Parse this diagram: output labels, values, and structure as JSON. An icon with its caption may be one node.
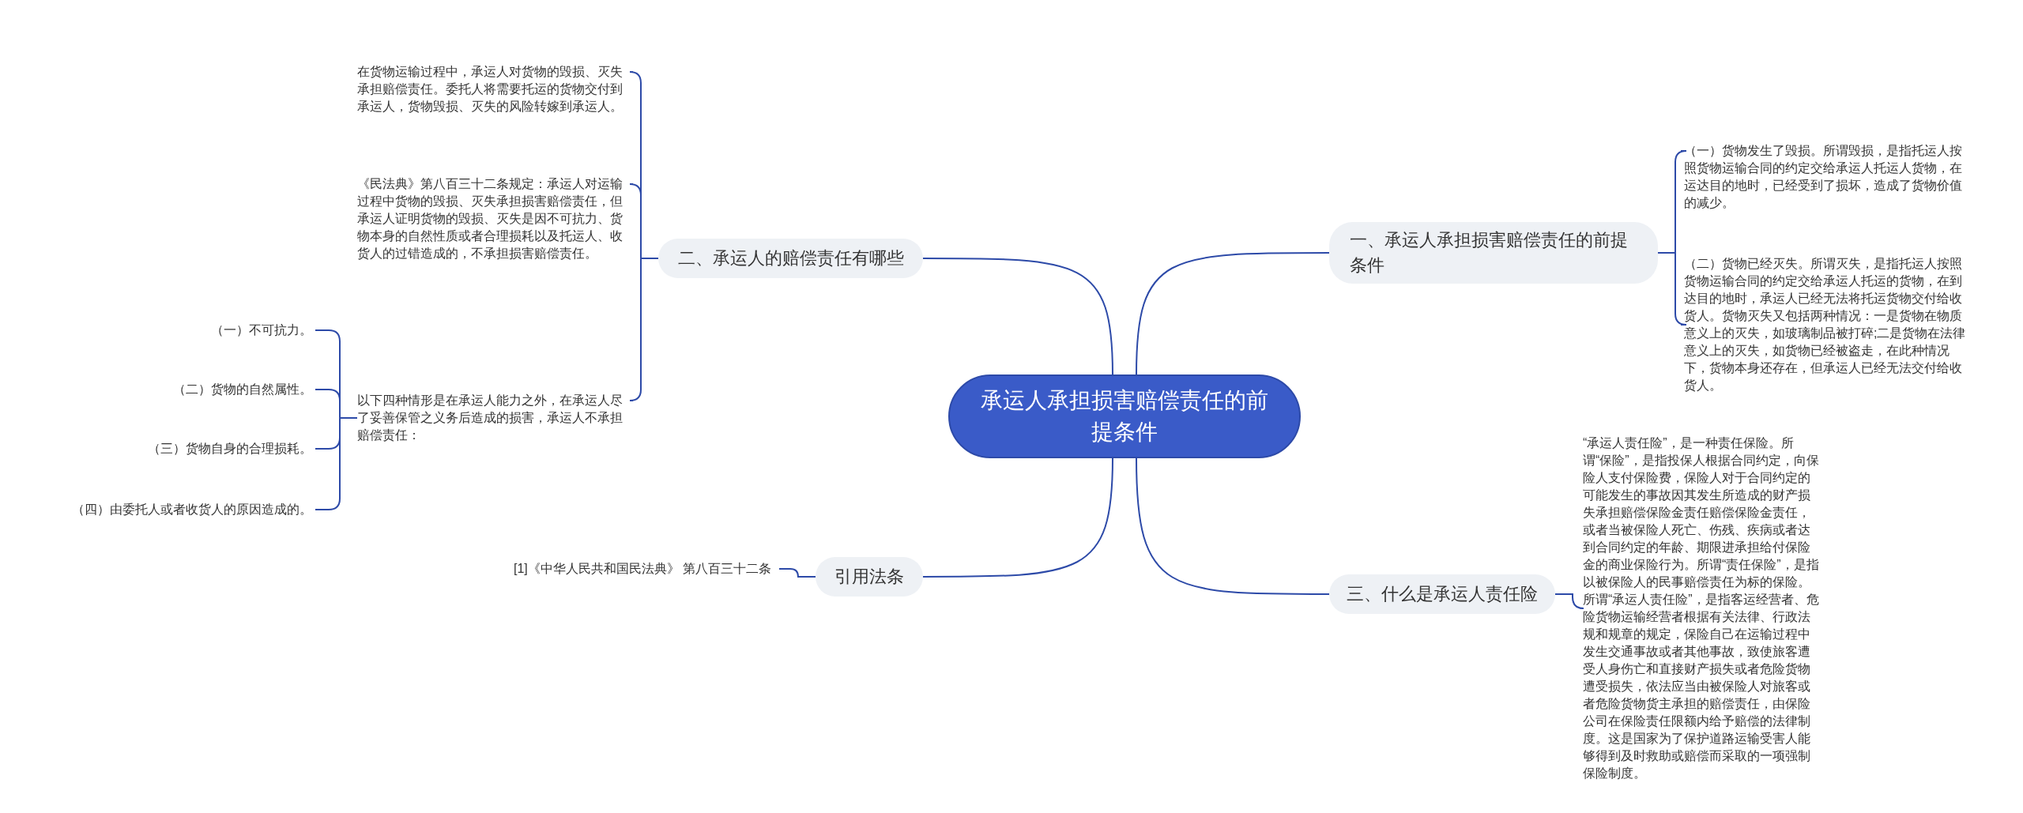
{
  "diagram": {
    "nodes": [
      {
        "text": [
          "承运人承担损害赔偿责任的前提条件"
        ]
      },
      {
        "text": [
          "一、承运人承担损害赔偿责任的前提条件"
        ]
      },
      {
        "text": [
          "（一）货物发生了毁损。所谓毁损，是指托运人按照货物运输合同的约定交给承运人托运人货物，在运达目的地时，已经受到了损坏，造成了货物价值的减少。"
        ]
      },
      {
        "text": [
          "（二）货物已经灭失。所谓灭失，是指托运人按照货物运输合同的约定交给承运人托运的货物，在到达目的地时，承运人已经无法将托运货物交付给收货人。货物灭失又包括两种情况：一是货物在物质意义上的灭失，如玻璃制品被打碎;二是货物在法律意义上的灭失，如货物已经被盗走，在此种情况下，货物本身还存在，但承运人已经无法交付给收货人。"
        ]
      },
      {
        "text": [
          "二、承运人的赔偿责任有哪些"
        ]
      },
      {
        "text": [
          "在货物运输过程中，承运人对货物的毁损、灭失承担赔偿责任。委托人将需要托运的货物交付到承运人，货物毁损、灭失的风险转嫁到承运人。"
        ]
      },
      {
        "text": [
          "《民法典》第八百三十二条规定：承运人对运输过程中货物的毁损、灭失承担损害赔偿责任，但承运人证明货物的毁损、灭失是因不可抗力、货物本身的自然性质或者合理损耗以及托运人、收货人的过错造成的，不承担损害赔偿责任。"
        ]
      },
      {
        "text": [
          "以下四种情形是在承运人能力之外，在承运人尽了妥善保管之义务后造成的损害，承运人不承担赔偿责任："
        ]
      },
      {
        "text": [
          "（一）不可抗力。"
        ]
      },
      {
        "text": [
          "（二）货物的自然属性。"
        ]
      },
      {
        "text": [
          "（三）货物自身的合理损耗。"
        ]
      },
      {
        "text": [
          "（四）由委托人或者收货人的原因造成的。"
        ]
      },
      {
        "text": [
          "三、什么是承运人责任险"
        ]
      },
      {
        "text": [
          "“承运人责任险”，是一种责任保险。所谓“保险”，是指投保人根据合同约定，向保险人支付保险费，保险人对于合同约定的可能发生的事故因其发生所造成的财产损失承担赔偿保险金责任赔偿保险金责任，或者当被保险人死亡、伤残、疾病或者达到合同约定的年龄、期限进承担给付保险金的商业保险行为。所谓“责任保险”，是指以被保险人的民事赔偿责任为标的保险。所谓“承运人责任险”，是指客运经营者、危险货物运输经营者根据有关法律、行政法规和规章的规定，保险自己在运输过程中发生交通事故或者其他事故，致使旅客遭受人身伤亡和直接财产损失或者危险货物遭受损失，依法应当由被保险人对旅客或者危险货物货主承担的赔偿责任，由保险公司在保险责任限额内给予赔偿的法律制度。这是国家为了保护道路运输受害人能够得到及时救助或赔偿而采取的一项强制保险制度。"
        ]
      },
      {
        "text": [
          "引用法条"
        ]
      },
      {
        "text": [
          "[1]《中华人民共和国民法典》 第八百三十二条"
        ]
      }
    ],
    "edges": [
      {
        "from": 0,
        "to": 1,
        "arrow": "none"
      },
      {
        "from": 1,
        "to": 2,
        "arrow": "none"
      },
      {
        "from": 1,
        "to": 3,
        "arrow": "none"
      },
      {
        "from": 0,
        "to": 4,
        "arrow": "none"
      },
      {
        "from": 4,
        "to": 5,
        "arrow": "none"
      },
      {
        "from": 4,
        "to": 6,
        "arrow": "none"
      },
      {
        "from": 4,
        "to": 7,
        "arrow": "none"
      },
      {
        "from": 7,
        "to": 8,
        "arrow": "none"
      },
      {
        "from": 7,
        "to": 9,
        "arrow": "none"
      },
      {
        "from": 7,
        "to": 10,
        "arrow": "none"
      },
      {
        "from": 7,
        "to": 11,
        "arrow": "none"
      },
      {
        "from": 0,
        "to": 12,
        "arrow": "none"
      },
      {
        "from": 12,
        "to": 13,
        "arrow": "none"
      },
      {
        "from": 0,
        "to": 14,
        "arrow": "none"
      },
      {
        "from": 14,
        "to": 15,
        "arrow": "none"
      }
    ]
  }
}
